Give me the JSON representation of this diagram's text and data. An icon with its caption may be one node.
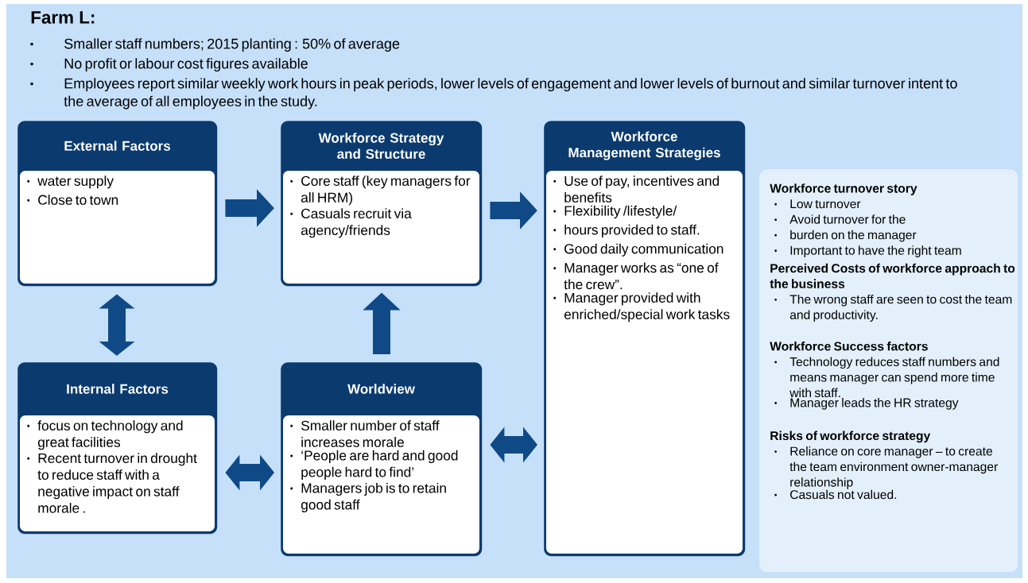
{
  "diagram": {
    "title": "Farm L:",
    "nodes": [
      {
        "text": [
          "External Factors",
          "water supply",
          "Close to town"
        ]
      },
      {
        "text": [
          "Workforce Strategy and Structure",
          "Core staff (key managers for all HRM)",
          "Casuals recruit via agency/friends"
        ]
      },
      {
        "text": [
          "Workforce Management Strategies",
          "Use of pay, incentives and  benefits",
          "Flexibility /lifestyle/",
          "hours provided  to staff.",
          "Good daily communication",
          "Manager works as “one of the crew”.",
          "Manager provided with enriched/special work tasks"
        ]
      },
      {
        "text": [
          "Internal Factors",
          "focus on technology and great facilities",
          "Recent turnover in drought  to reduce staff with a negative impact on staff morale ."
        ]
      },
      {
        "text": [
          "Worldview",
          "Smaller number of staff increases morale",
          "‘People are hard and good people hard to find’",
          "Managers job is to retain good staff"
        ]
      },
      {
        "text": [
          "Workforce turnover story",
          "Low turnover",
          "Avoid turnover for the",
          "burden on the manager",
          "Important to have the right team",
          "Perceived Costs of workforce approach to the business",
          "The wrong staff are seen to cost the team and productivity.",
          "Workforce Success factors",
          "Technology reduces staff numbers and means manager can spend more time with staff.",
          "Manager leads the HR strategy",
          "Risks of workforce strategy",
          "Reliance on core manager – to create the team environment owner-manager relationship",
          "Casuals not valued."
        ]
      }
    ],
    "edges": [
      {
        "from": 0,
        "to": 1,
        "arrow": "to"
      },
      {
        "from": 1,
        "to": 2,
        "arrow": "to"
      },
      {
        "from": 0,
        "to": 3,
        "arrow": "both"
      },
      {
        "from": 4,
        "to": 1,
        "arrow": "to"
      },
      {
        "from": 3,
        "to": 4,
        "arrow": "both"
      },
      {
        "from": 4,
        "to": 2,
        "arrow": "both"
      }
    ],
    "labels": [
      "Smaller staff numbers; 2015 planting : 50% of average",
      "No profit or labour cost figures available",
      "Employees report similar weekly work hours in peak periods, lower levels of engagement and lower levels of burnout and similar turnover intent to the average of all employees in the study."
    ]
  }
}
